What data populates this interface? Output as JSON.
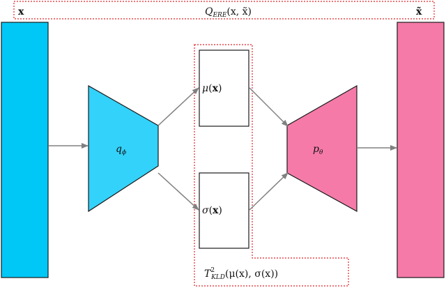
{
  "labels": {
    "input": "x",
    "output": "x̃",
    "ere_q": "Q",
    "ere_sub": "ERE",
    "ere_args": "(x, x̃)",
    "encoder_q": "q",
    "encoder_sub": "ϕ",
    "decoder_p": "p",
    "decoder_sub": "θ",
    "mu_sym": "μ",
    "mu_x": "x",
    "sigma_sym": "σ",
    "sigma_x": "x",
    "kld_t": "T",
    "kld_sup": "2",
    "kld_sub": "KLD",
    "kld_args": "(μ(x), σ(x))"
  },
  "colors": {
    "input_bar": "#00C8F6",
    "encoder": "#33D2FA",
    "decoder": "#F57AA8",
    "output_bar": "#F57AA8",
    "dashed_box": "#E0242A",
    "arrow": "#808080",
    "outline": "#1a1a1a"
  }
}
